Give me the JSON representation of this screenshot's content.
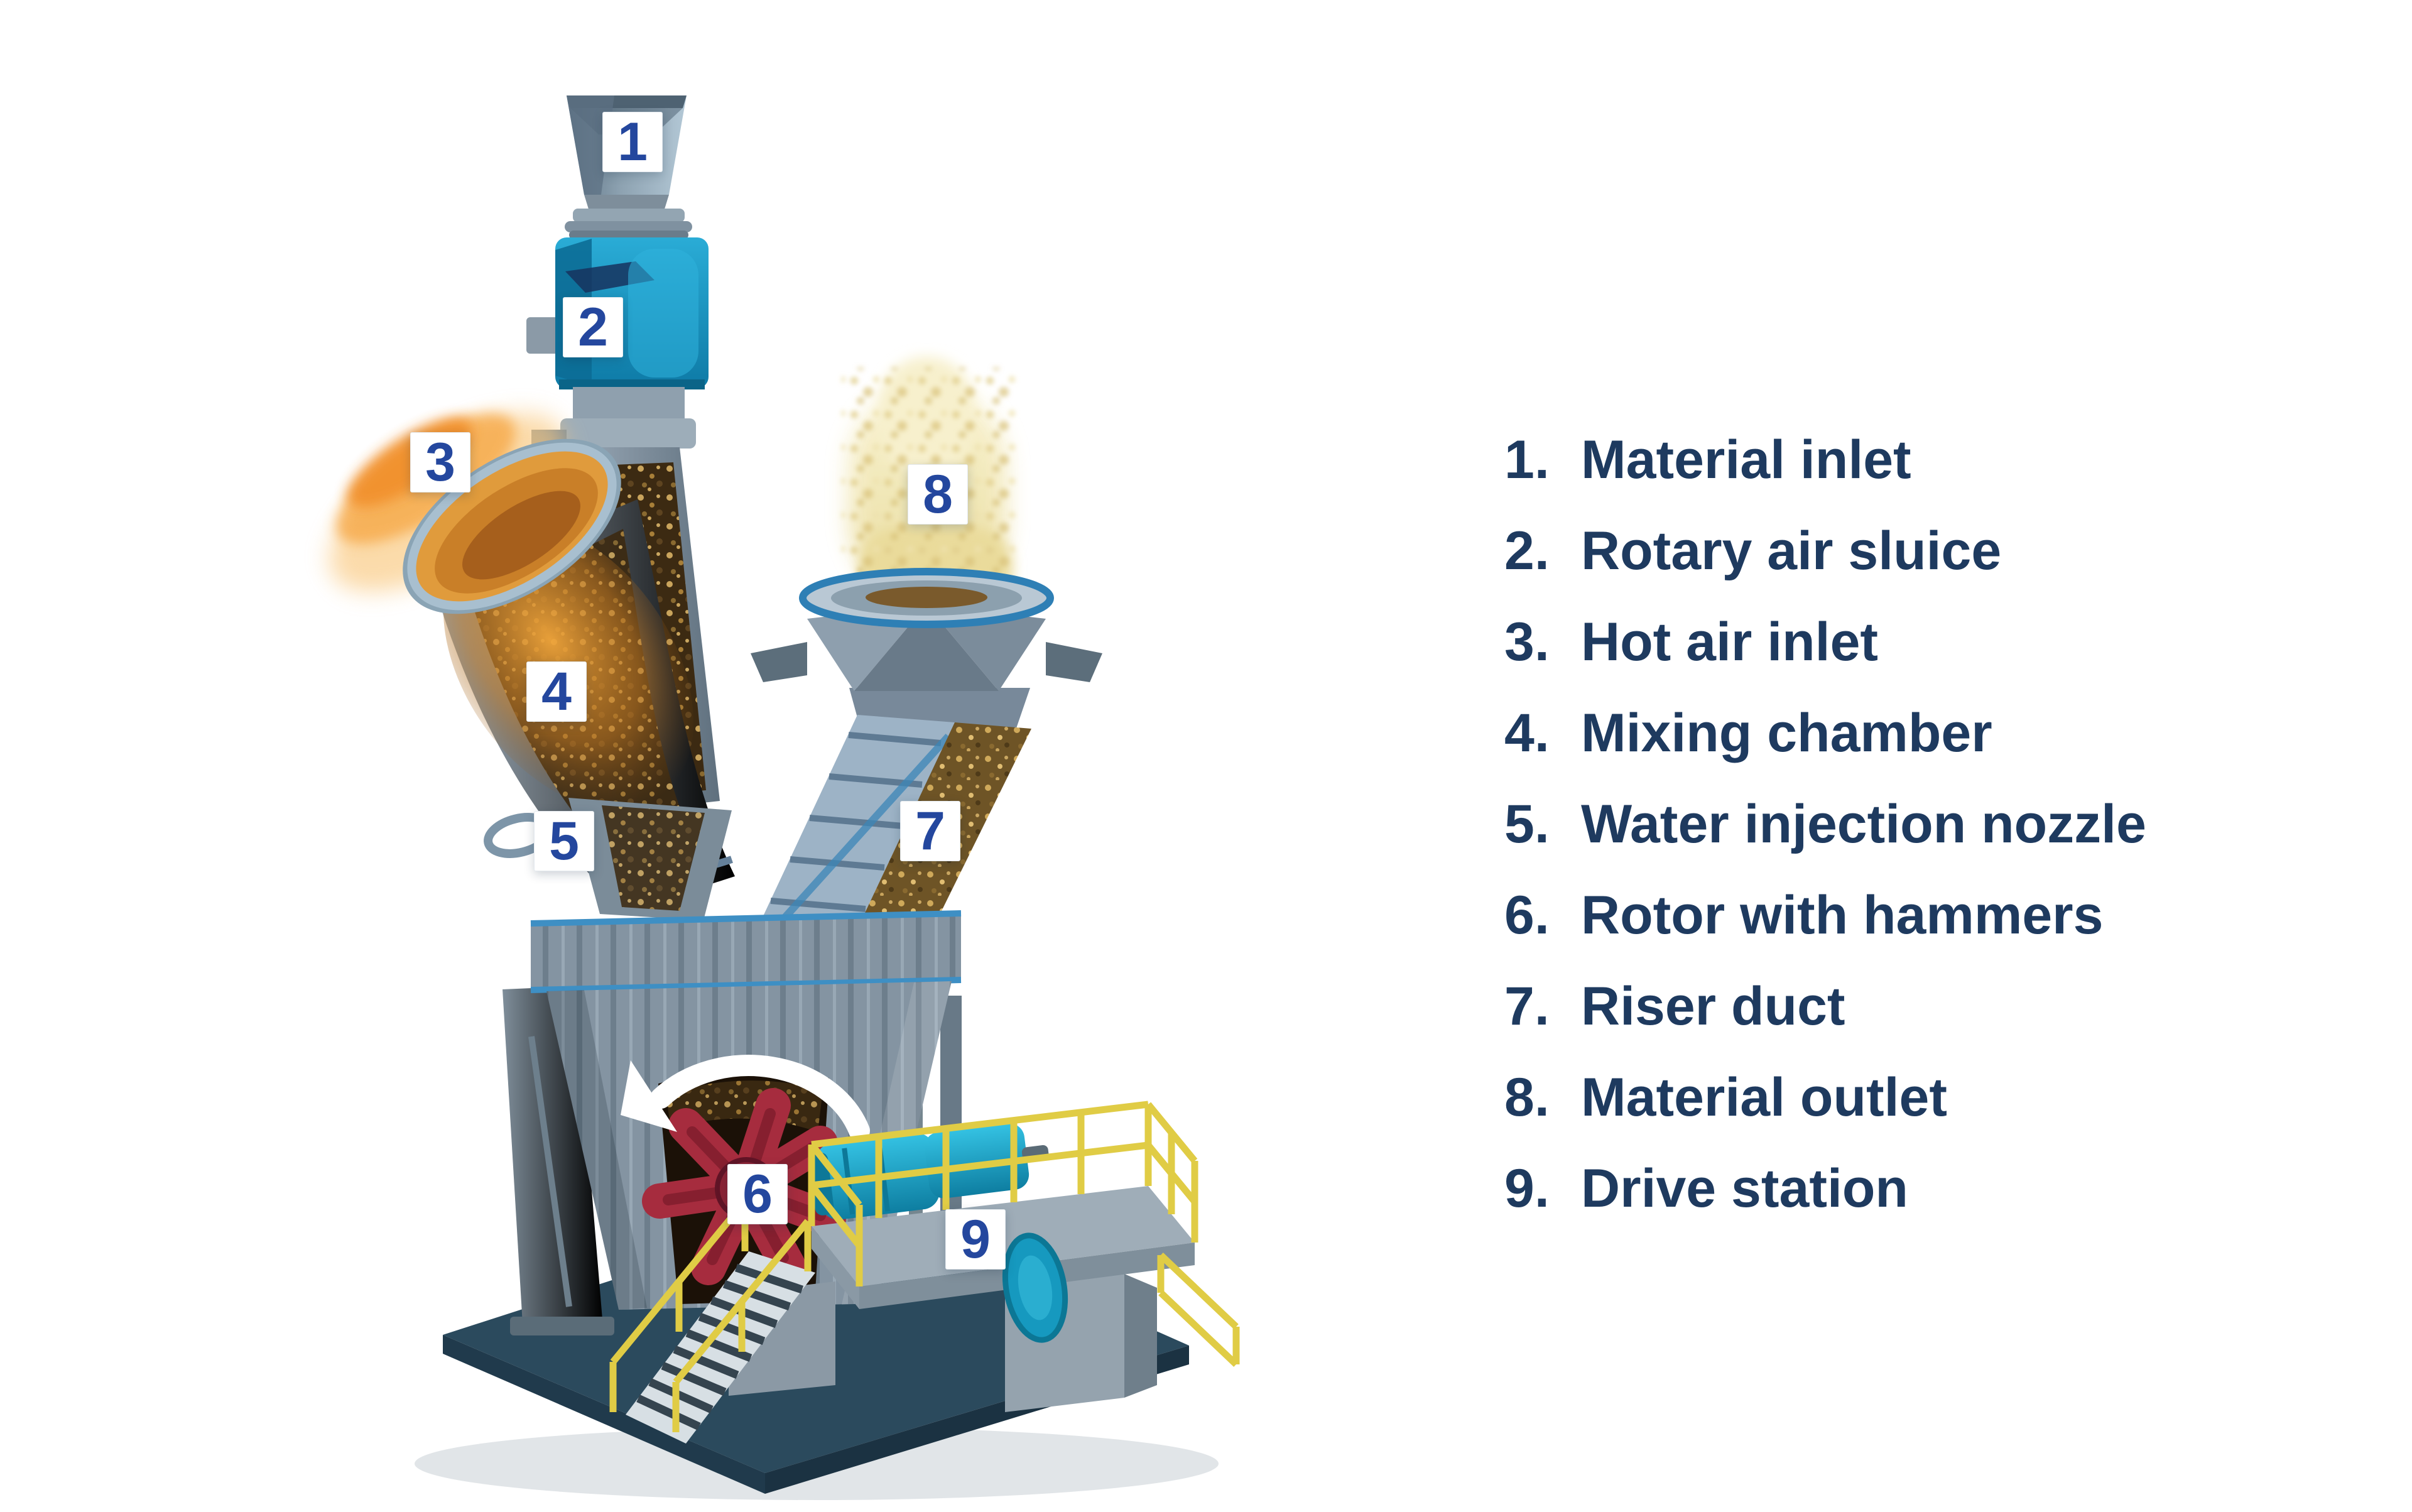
{
  "legend": {
    "text_color": "#1e3a5f",
    "items": [
      {
        "marker": "1",
        "number": "1.",
        "label": "Material inlet"
      },
      {
        "marker": "2",
        "number": "2.",
        "label": "Rotary air sluice"
      },
      {
        "marker": "3",
        "number": "3.",
        "label": "Hot air inlet"
      },
      {
        "marker": "4",
        "number": "4.",
        "label": "Mixing chamber"
      },
      {
        "marker": "5",
        "number": "5.",
        "label": "Water injection nozzle"
      },
      {
        "marker": "6",
        "number": "6.",
        "label": "Rotor with hammers"
      },
      {
        "marker": "7",
        "number": "7.",
        "label": "Riser duct"
      },
      {
        "marker": "8",
        "number": "8.",
        "label": "Material outlet"
      },
      {
        "marker": "9",
        "number": "9.",
        "label": "Drive station"
      }
    ]
  },
  "markers": {
    "square_background": "#ffffff",
    "number_color": "#24479e"
  },
  "machine": {
    "description": "Cutaway 3D illustration of a flash dryer with hammer-mill rotor",
    "colors": {
      "steel_light": "#a7bac8",
      "steel_mid": "#8494a2",
      "steel_dark": "#5d6f7c",
      "accent_blue": "#3e8fc4",
      "sluice_blue": "#1595c4",
      "flame_orange": "#f4a03a",
      "material_brown": "#6e5426",
      "plume_yellow": "#f1e4ae",
      "rotor_red": "#a62c3e",
      "railing_yellow": "#e0cc45",
      "motor_teal": "#1597bd",
      "base_navy": "#2b4a5d"
    }
  }
}
